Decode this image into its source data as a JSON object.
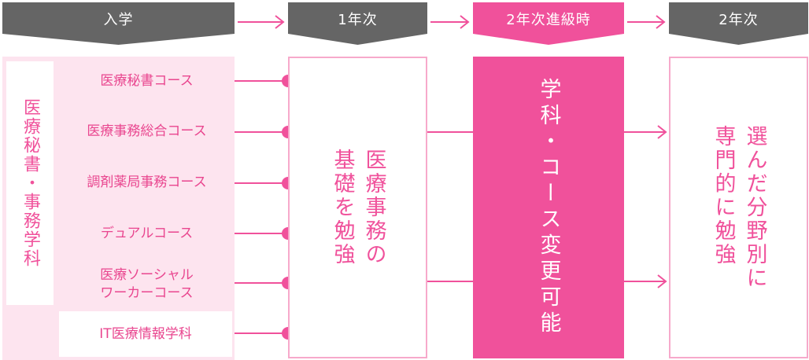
{
  "stages": [
    {
      "label": "入学",
      "highlight": false
    },
    {
      "label": "1年次",
      "highlight": false
    },
    {
      "label": "2年次進級時",
      "highlight": true
    },
    {
      "label": "2年次",
      "highlight": false
    }
  ],
  "department": "医療秘書・事務学科",
  "courses": [
    {
      "label": "医療秘書コース"
    },
    {
      "label": "医療事務総合コース"
    },
    {
      "label": "調剤薬局事務コース"
    },
    {
      "label": "デュアルコース"
    },
    {
      "label": "医療ソーシャル\nワーカーコース"
    },
    {
      "label": "IT医療情報学科"
    }
  ],
  "year1_text": "医療事務の\n基礎を勉強",
  "year2_transition_text": "学科・コース変更可能",
  "year2_text": "選んだ分野別に\n専門的に勉強",
  "colors": {
    "accent": "#f0519b",
    "banner_gray": "#656565",
    "light_pink": "#fde4ef",
    "border_pink": "#f7a9cb"
  }
}
